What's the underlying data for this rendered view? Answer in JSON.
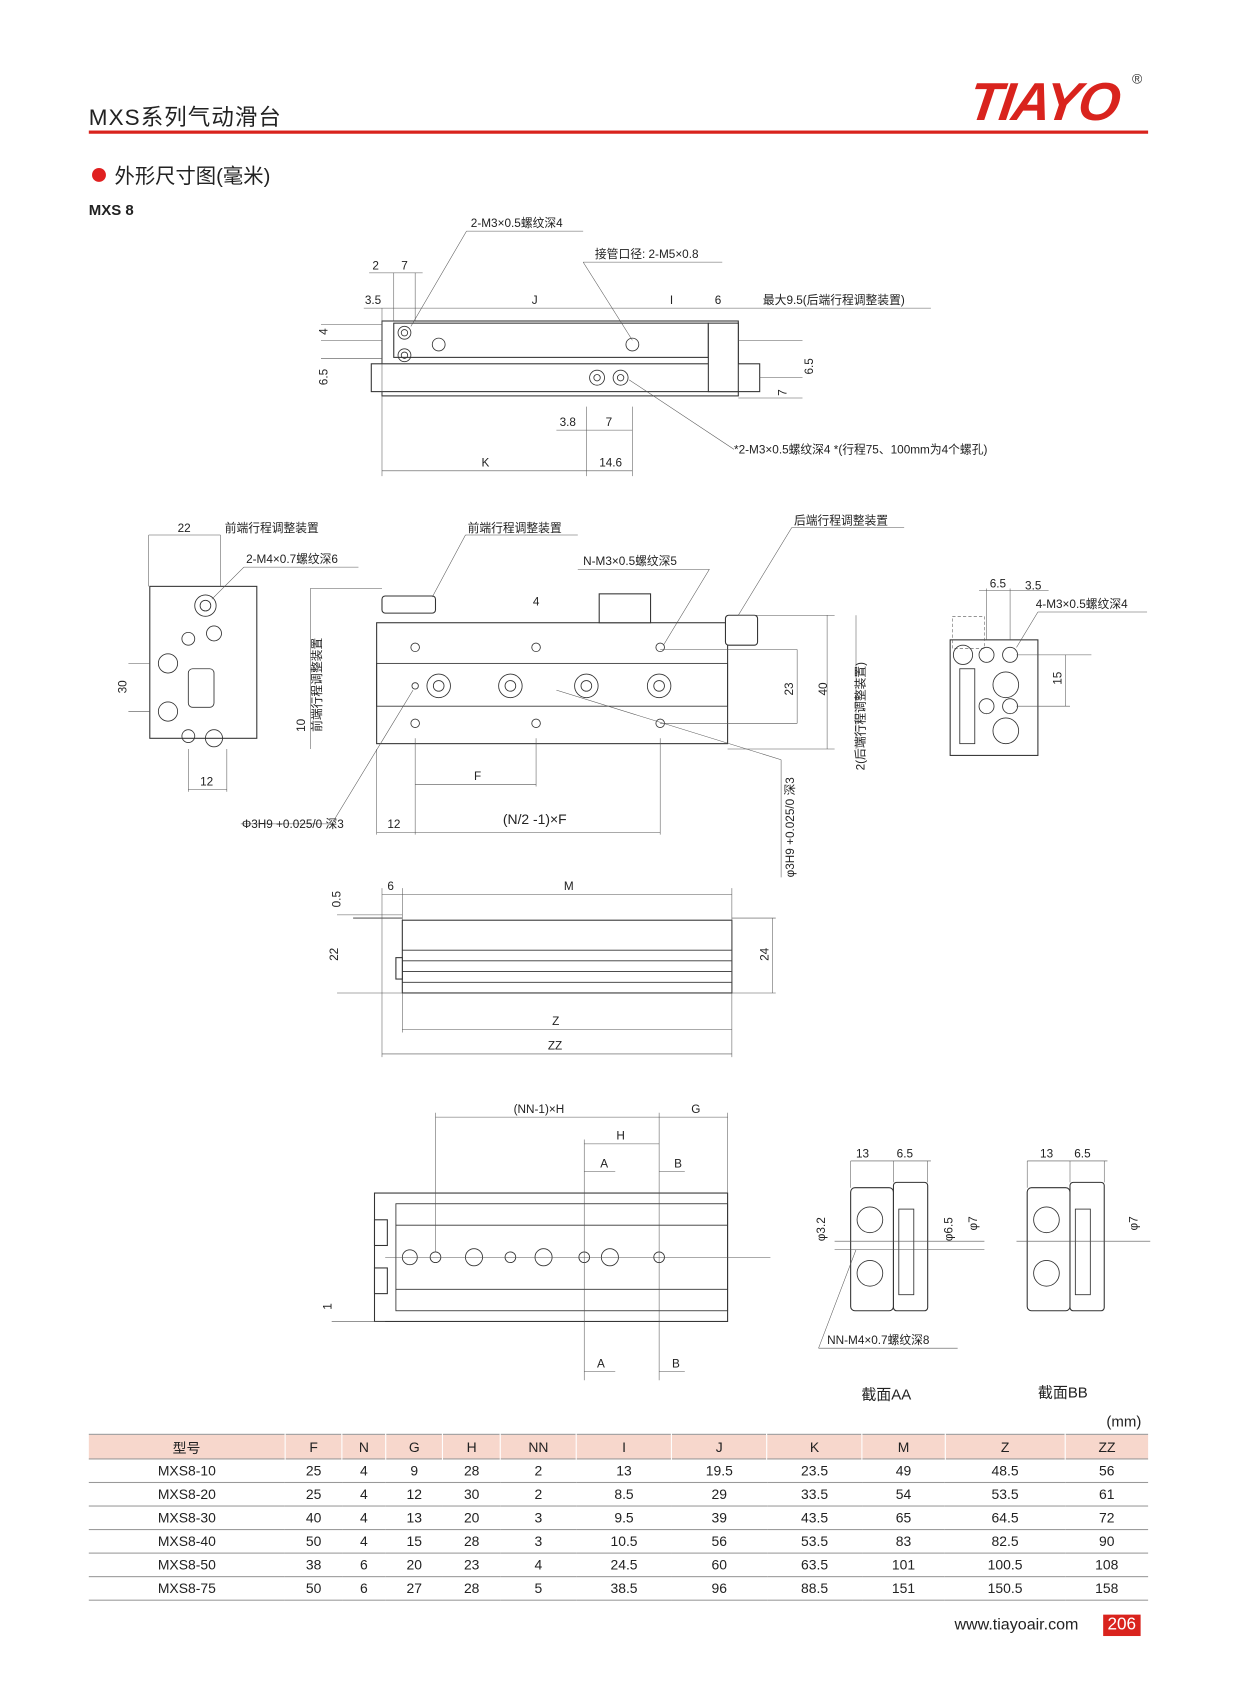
{
  "header": {
    "title": "MXS系列气动滑台",
    "logo": "TIAYO",
    "reg": "®"
  },
  "section": {
    "title": "外形尺寸图(毫米)",
    "model": "MXS 8"
  },
  "labels": {
    "t_thread": "2-M3×0.5螺纹深4",
    "t_port": "接管口径: 2-M5×0.8",
    "t_2": "2",
    "t_7": "7",
    "t_35": "3.5",
    "t_J": "J",
    "t_I": "I",
    "t_6": "6",
    "t_max": "最大9.5(后端行程调整装置)",
    "t_4": "4",
    "t_65a": "6.5",
    "t_65b": "6.5",
    "t_7b": "7",
    "t_38": "3.8",
    "t_7c": "7",
    "t_note": "*2-M3×0.5螺纹深4  *(行程75、100mm为4个螺孔)",
    "t_K": "K",
    "t_146": "14.6",
    "m_22": "22",
    "m_front1": "前端行程调整装置",
    "m_m4": "2-M4×0.7螺纹深6",
    "m_30": "30",
    "m_12a": "12",
    "m_front2": "前端行程调整装置",
    "m_nm3": "N-M3×0.5螺纹深5",
    "m_rear": "后端行程调整装置",
    "m_4": "4",
    "m_10": "10",
    "m_front_v": "前端行程调整装置",
    "m_23": "23",
    "m_40": "40",
    "m_rear_v": "2(后端行程调整装置)",
    "m_F": "F",
    "m_NF": "(N/2 -1)×F",
    "m_12b": "12",
    "m_phi": "Φ3H9 +0.025/0 深3",
    "m_phi_v": "φ3H9 +0.025/0 深3",
    "r_65": "6.5",
    "r_35": "3.5",
    "r_m3": "4-M3×0.5螺纹深4",
    "r_15": "15",
    "s_05": "0.5",
    "s_6": "6",
    "s_M": "M",
    "s_22": "22",
    "s_24": "24",
    "s_Z": "Z",
    "s_ZZ": "ZZ",
    "b_NNH": "(NN-1)×H",
    "b_G": "G",
    "b_H": "H",
    "b_A1": "A",
    "b_B1": "B",
    "b_A2": "A",
    "b_B2": "B",
    "b_1": "1",
    "aa_13": "13",
    "aa_65": "6.5",
    "aa_32": "φ3.2",
    "aa_p65": "φ6.5",
    "aa_7": "φ7",
    "aa_nn": "NN-M4×0.7螺纹深8",
    "bb_13": "13",
    "bb_65": "6.5",
    "bb_7": "φ7",
    "aa_title": "截面AA",
    "bb_title": "截面BB"
  },
  "table": {
    "unit": "(mm)",
    "headers": [
      "型号",
      "F",
      "N",
      "G",
      "H",
      "NN",
      "I",
      "J",
      "K",
      "M",
      "Z",
      "ZZ"
    ],
    "rows": [
      [
        "MXS8-10",
        "25",
        "4",
        "9",
        "28",
        "2",
        "13",
        "19.5",
        "23.5",
        "49",
        "48.5",
        "56"
      ],
      [
        "MXS8-20",
        "25",
        "4",
        "12",
        "30",
        "2",
        "8.5",
        "29",
        "33.5",
        "54",
        "53.5",
        "61"
      ],
      [
        "MXS8-30",
        "40",
        "4",
        "13",
        "20",
        "3",
        "9.5",
        "39",
        "43.5",
        "65",
        "64.5",
        "72"
      ],
      [
        "MXS8-40",
        "50",
        "4",
        "15",
        "28",
        "3",
        "10.5",
        "56",
        "53.5",
        "83",
        "82.5",
        "90"
      ],
      [
        "MXS8-50",
        "38",
        "6",
        "20",
        "23",
        "4",
        "24.5",
        "60",
        "63.5",
        "101",
        "100.5",
        "108"
      ],
      [
        "MXS8-75",
        "50",
        "6",
        "27",
        "28",
        "5",
        "38.5",
        "96",
        "88.5",
        "151",
        "150.5",
        "158"
      ]
    ]
  },
  "footer": {
    "url": "www.tiayoair.com",
    "page": "206"
  },
  "colors": {
    "brand": "#d9231d",
    "header_bg": "#f7d7cc"
  }
}
